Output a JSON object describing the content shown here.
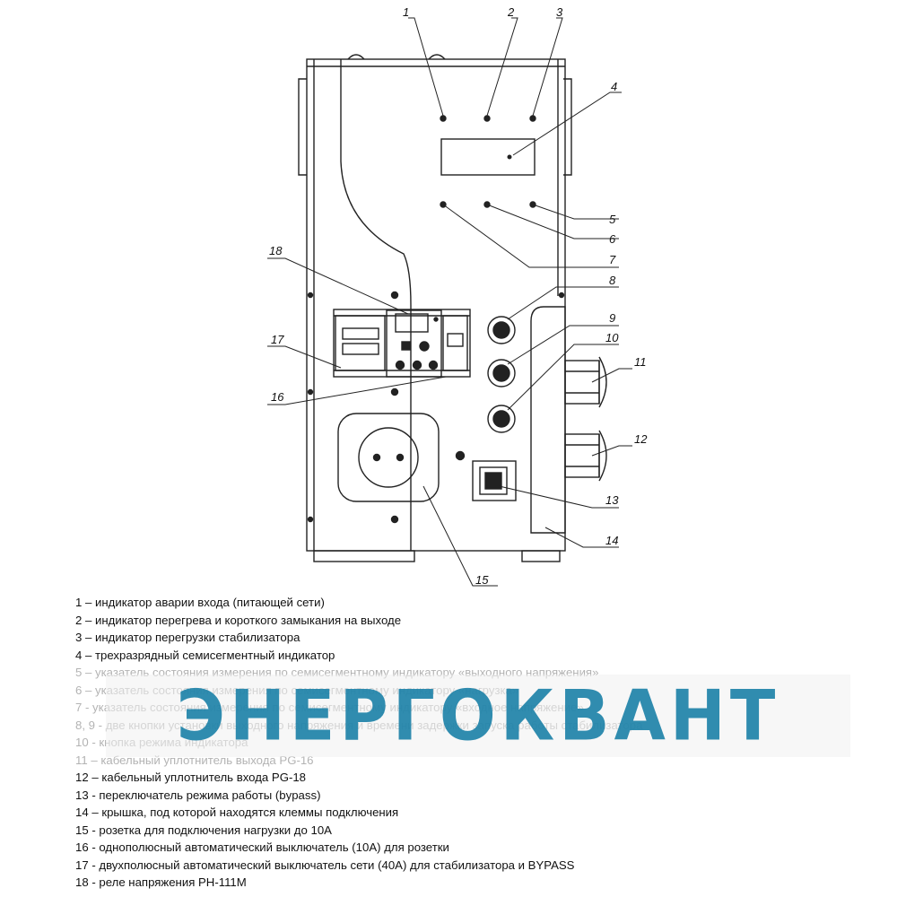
{
  "callouts": [
    {
      "num": "1"
    },
    {
      "num": "2"
    },
    {
      "num": "3"
    },
    {
      "num": "4"
    },
    {
      "num": "5"
    },
    {
      "num": "6"
    },
    {
      "num": "7"
    },
    {
      "num": "8"
    },
    {
      "num": "9"
    },
    {
      "num": "10"
    },
    {
      "num": "11"
    },
    {
      "num": "12"
    },
    {
      "num": "13"
    },
    {
      "num": "14"
    },
    {
      "num": "15"
    },
    {
      "num": "16"
    },
    {
      "num": "17"
    },
    {
      "num": "18"
    }
  ],
  "legend": [
    {
      "text": "1 – индикатор аварии входа (питающей сети)",
      "faded": false
    },
    {
      "text": "2 – индикатор перегрева и короткого замыкания на выходе",
      "faded": false
    },
    {
      "text": "3 – индикатор перегрузки стабилизатора",
      "faded": false
    },
    {
      "text": "4 – трехразрядный семисегментный индикатор",
      "faded": false
    },
    {
      "text": "5 – указатель состояния измерения по семисегментному индикатору «выходного напряжения»",
      "faded": true
    },
    {
      "text": "6 – указатель состояния измерения по семисегментному индикатору «нагрузка»",
      "faded": true
    },
    {
      "text": "7 - указатель состояния измерения по семисегментному индикатору «входное напряжение»",
      "faded": true
    },
    {
      "text": "8, 9 - две кнопки установки выходного напряжения и времени задержки запуска работы стабилизатора",
      "faded": true
    },
    {
      "text": "10 - кнопка режима индикатора",
      "faded": true
    },
    {
      "text": "11 – кабельный уплотнитель выхода PG-16",
      "faded": true
    },
    {
      "text": "12 – кабельный уплотнитель входа PG-18",
      "faded": false
    },
    {
      "text": "13 - переключатель режима работы (bypass)",
      "faded": false
    },
    {
      "text": "14 – крышка, под которой находятся клеммы подключения",
      "faded": false
    },
    {
      "text": "15 -  розетка для подключения нагрузки до 10А",
      "faded": false
    },
    {
      "text": "16 -  однополюсный автоматический выключатель (10А) для розетки",
      "faded": false
    },
    {
      "text": "17 -  двухполюсный автоматический выключатель сети (40А) для стабилизатора и BYPASS",
      "faded": false
    },
    {
      "text": "18 - реле напряжения РН-111М",
      "faded": false
    }
  ],
  "watermark": {
    "text": "ЭНЕРГОКВАНТ",
    "color": "#1a7ea6"
  }
}
